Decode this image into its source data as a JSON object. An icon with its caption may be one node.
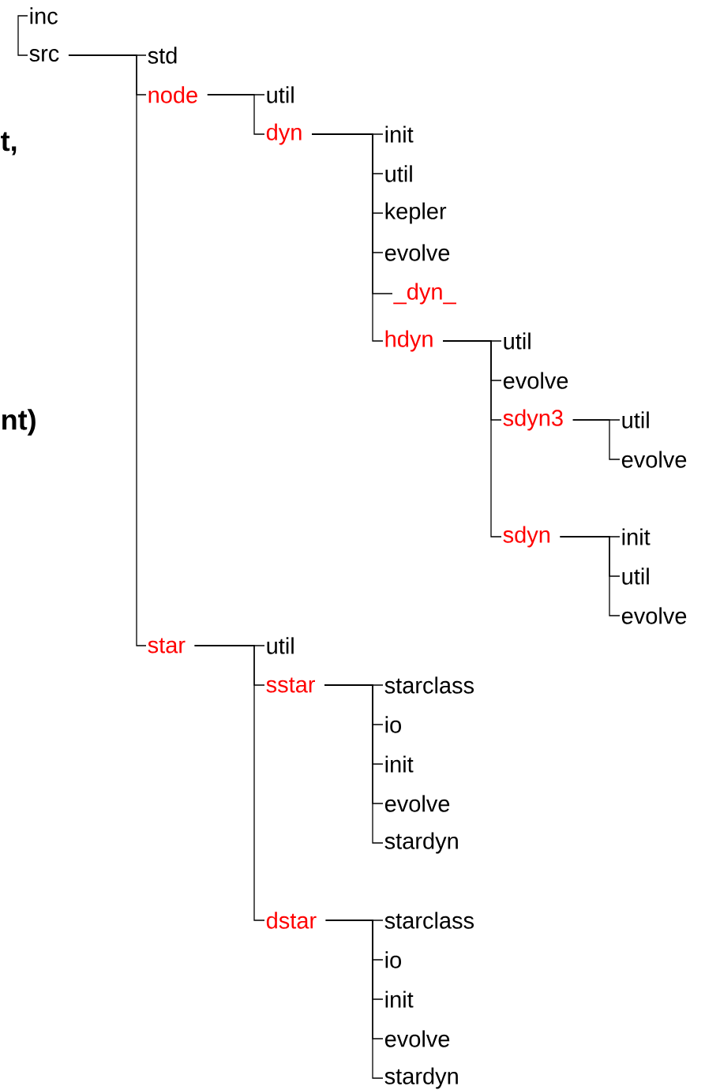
{
  "diagram": {
    "nodes": [
      {
        "text": [
          "inc"
        ]
      },
      {
        "text": [
          "src"
        ]
      },
      {
        "text": [
          "std"
        ]
      },
      {
        "text": [
          "node"
        ]
      },
      {
        "text": [
          "util"
        ]
      },
      {
        "text": [
          "dyn"
        ]
      },
      {
        "text": [
          "init"
        ]
      },
      {
        "text": [
          "util"
        ]
      },
      {
        "text": [
          "kepler"
        ]
      },
      {
        "text": [
          "evolve"
        ]
      },
      {
        "text": [
          "_dyn_"
        ]
      },
      {
        "text": [
          "hdyn"
        ]
      },
      {
        "text": [
          "util"
        ]
      },
      {
        "text": [
          "evolve"
        ]
      },
      {
        "text": [
          "sdyn3"
        ]
      },
      {
        "text": [
          "util"
        ]
      },
      {
        "text": [
          "evolve"
        ]
      },
      {
        "text": [
          "sdyn"
        ]
      },
      {
        "text": [
          "init"
        ]
      },
      {
        "text": [
          "util"
        ]
      },
      {
        "text": [
          "evolve"
        ]
      },
      {
        "text": [
          "star"
        ]
      },
      {
        "text": [
          "util"
        ]
      },
      {
        "text": [
          "sstar"
        ]
      },
      {
        "text": [
          "starclass"
        ]
      },
      {
        "text": [
          "io"
        ]
      },
      {
        "text": [
          "init"
        ]
      },
      {
        "text": [
          "evolve"
        ]
      },
      {
        "text": [
          "stardyn"
        ]
      },
      {
        "text": [
          "dstar"
        ]
      },
      {
        "text": [
          "starclass"
        ]
      },
      {
        "text": [
          "io"
        ]
      },
      {
        "text": [
          "init"
        ]
      },
      {
        "text": [
          "evolve"
        ]
      },
      {
        "text": [
          "stardyn"
        ]
      }
    ],
    "edges": [
      {
        "from": 0,
        "to": 1,
        "arrow": "none"
      },
      {
        "from": 1,
        "to": 2,
        "arrow": "none"
      },
      {
        "from": 1,
        "to": 3,
        "arrow": "none"
      },
      {
        "from": 1,
        "to": 21,
        "arrow": "none"
      },
      {
        "from": 3,
        "to": 4,
        "arrow": "none"
      },
      {
        "from": 3,
        "to": 5,
        "arrow": "none"
      },
      {
        "from": 5,
        "to": 6,
        "arrow": "none"
      },
      {
        "from": 5,
        "to": 7,
        "arrow": "none"
      },
      {
        "from": 5,
        "to": 8,
        "arrow": "none"
      },
      {
        "from": 5,
        "to": 9,
        "arrow": "none"
      },
      {
        "from": 5,
        "to": 10,
        "arrow": "none"
      },
      {
        "from": 5,
        "to": 11,
        "arrow": "none"
      },
      {
        "from": 11,
        "to": 12,
        "arrow": "none"
      },
      {
        "from": 11,
        "to": 13,
        "arrow": "none"
      },
      {
        "from": 11,
        "to": 14,
        "arrow": "none"
      },
      {
        "from": 11,
        "to": 17,
        "arrow": "none"
      },
      {
        "from": 14,
        "to": 15,
        "arrow": "none"
      },
      {
        "from": 14,
        "to": 16,
        "arrow": "none"
      },
      {
        "from": 17,
        "to": 18,
        "arrow": "none"
      },
      {
        "from": 17,
        "to": 19,
        "arrow": "none"
      },
      {
        "from": 17,
        "to": 20,
        "arrow": "none"
      },
      {
        "from": 21,
        "to": 22,
        "arrow": "none"
      },
      {
        "from": 21,
        "to": 23,
        "arrow": "none"
      },
      {
        "from": 21,
        "to": 29,
        "arrow": "none"
      },
      {
        "from": 23,
        "to": 24,
        "arrow": "none"
      },
      {
        "from": 23,
        "to": 25,
        "arrow": "none"
      },
      {
        "from": 23,
        "to": 26,
        "arrow": "none"
      },
      {
        "from": 23,
        "to": 27,
        "arrow": "none"
      },
      {
        "from": 23,
        "to": 28,
        "arrow": "none"
      },
      {
        "from": 29,
        "to": 30,
        "arrow": "none"
      },
      {
        "from": 29,
        "to": 31,
        "arrow": "none"
      },
      {
        "from": 29,
        "to": 32,
        "arrow": "none"
      },
      {
        "from": 29,
        "to": 33,
        "arrow": "none"
      },
      {
        "from": 29,
        "to": 34,
        "arrow": "none"
      }
    ],
    "labels": [
      "t,",
      "nt)"
    ]
  }
}
